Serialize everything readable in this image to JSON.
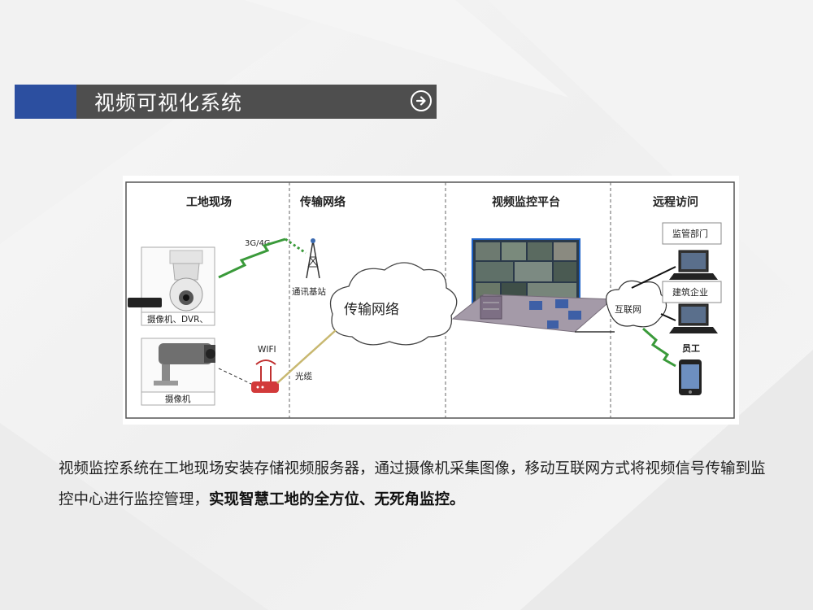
{
  "slide": {
    "title": "视频可视化系统",
    "accent_color": "#2c4fa0",
    "bar_color": "#4e4e4e",
    "arrow_icon": "circle-arrow-right-icon"
  },
  "diagram": {
    "sections": [
      "工地现场",
      "传输网络",
      "视频监控平台",
      "远程访问"
    ],
    "site": {
      "camera1_label": "摄像机、DVR、",
      "camera2_label": "摄像机"
    },
    "network": {
      "link_3g": "3G/4G",
      "base_station": "通讯基站",
      "wifi": "WIFI",
      "fiber": "光缆",
      "cloud": "传输网络"
    },
    "remote": {
      "internet_cloud": "互联网",
      "dept": "监管部门",
      "company": "建筑企业",
      "staff": "员工"
    }
  },
  "caption": {
    "normal": "视频监控系统在工地现场安装存储视频服务器，通过摄像机采集图像，移动互联网方式将视频信号传输到监控中心进行监控管理，",
    "bold": "实现智慧工地的全方位、无死角监控。"
  }
}
